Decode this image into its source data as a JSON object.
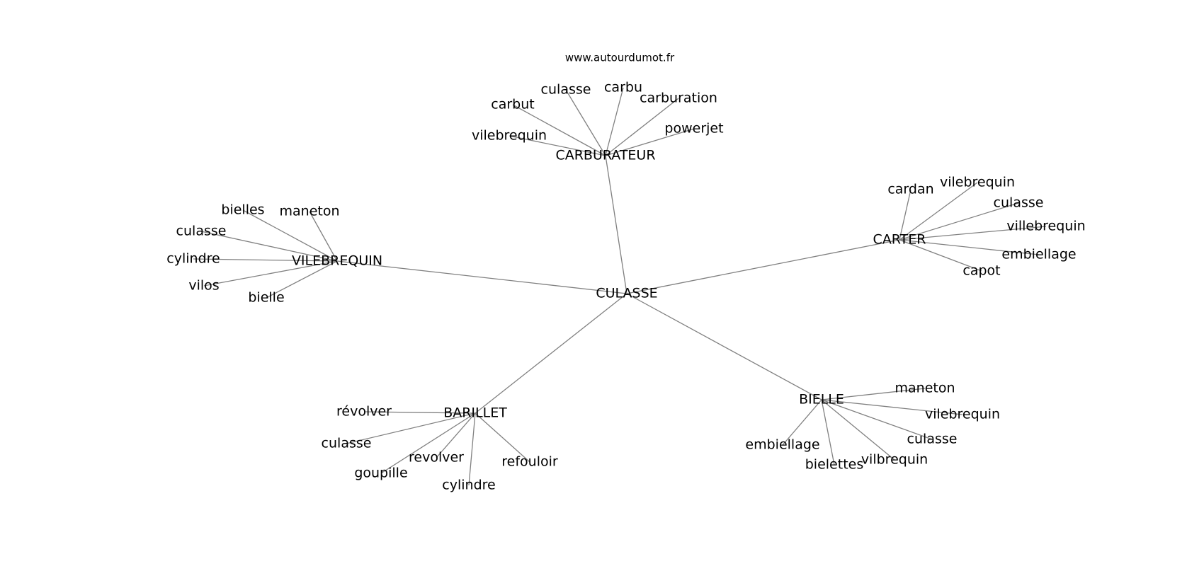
{
  "source": "www.autourdumot.fr",
  "graph": {
    "nodes": [
      {
        "id": "culasse_center",
        "label": "CULASSE"
      },
      {
        "id": "carburateur",
        "label": "CARBURATEUR"
      },
      {
        "id": "carter",
        "label": "CARTER"
      },
      {
        "id": "vilebrequin_hub",
        "label": "VILEBREQUIN"
      },
      {
        "id": "barillet",
        "label": "BARILLET"
      },
      {
        "id": "bielle_hub",
        "label": "BIELLE"
      },
      {
        "id": "carb_vilebrequin",
        "label": "vilebrequin"
      },
      {
        "id": "carb_carbut",
        "label": "carbut"
      },
      {
        "id": "carb_culasse",
        "label": "culasse"
      },
      {
        "id": "carb_carbu",
        "label": "carbu"
      },
      {
        "id": "carb_carburation",
        "label": "carburation"
      },
      {
        "id": "carb_powerjet",
        "label": "powerjet"
      },
      {
        "id": "cart_cardan",
        "label": "cardan"
      },
      {
        "id": "cart_vilebrequin",
        "label": "vilebrequin"
      },
      {
        "id": "cart_culasse",
        "label": "culasse"
      },
      {
        "id": "cart_villebrequin",
        "label": "villebrequin"
      },
      {
        "id": "cart_embiellage",
        "label": "embiellage"
      },
      {
        "id": "cart_capot",
        "label": "capot"
      },
      {
        "id": "vil_bielles",
        "label": "bielles"
      },
      {
        "id": "vil_maneton",
        "label": "maneton"
      },
      {
        "id": "vil_culasse",
        "label": "culasse"
      },
      {
        "id": "vil_cylindre",
        "label": "cylindre"
      },
      {
        "id": "vil_vilos",
        "label": "vilos"
      },
      {
        "id": "vil_bielle",
        "label": "bielle"
      },
      {
        "id": "bar_revolver_accent",
        "label": "révolver"
      },
      {
        "id": "bar_culasse",
        "label": "culasse"
      },
      {
        "id": "bar_revolver",
        "label": "revolver"
      },
      {
        "id": "bar_goupille",
        "label": "goupille"
      },
      {
        "id": "bar_cylindre",
        "label": "cylindre"
      },
      {
        "id": "bar_refouloir",
        "label": "refouloir"
      },
      {
        "id": "bie_maneton",
        "label": "maneton"
      },
      {
        "id": "bie_vilebrequin",
        "label": "vilebrequin"
      },
      {
        "id": "bie_culasse",
        "label": "culasse"
      },
      {
        "id": "bie_vilbrequin",
        "label": "vilbrequin"
      },
      {
        "id": "bie_bielettes",
        "label": "bielettes"
      },
      {
        "id": "bie_embiellage",
        "label": "embiellage"
      }
    ],
    "edges": [
      [
        "culasse_center",
        "carburateur"
      ],
      [
        "culasse_center",
        "carter"
      ],
      [
        "culasse_center",
        "vilebrequin_hub"
      ],
      [
        "culasse_center",
        "barillet"
      ],
      [
        "culasse_center",
        "bielle_hub"
      ],
      [
        "carburateur",
        "carb_vilebrequin"
      ],
      [
        "carburateur",
        "carb_carbut"
      ],
      [
        "carburateur",
        "carb_culasse"
      ],
      [
        "carburateur",
        "carb_carbu"
      ],
      [
        "carburateur",
        "carb_carburation"
      ],
      [
        "carburateur",
        "carb_powerjet"
      ],
      [
        "carter",
        "cart_cardan"
      ],
      [
        "carter",
        "cart_vilebrequin"
      ],
      [
        "carter",
        "cart_culasse"
      ],
      [
        "carter",
        "cart_villebrequin"
      ],
      [
        "carter",
        "cart_embiellage"
      ],
      [
        "carter",
        "cart_capot"
      ],
      [
        "vilebrequin_hub",
        "vil_bielles"
      ],
      [
        "vilebrequin_hub",
        "vil_maneton"
      ],
      [
        "vilebrequin_hub",
        "vil_culasse"
      ],
      [
        "vilebrequin_hub",
        "vil_cylindre"
      ],
      [
        "vilebrequin_hub",
        "vil_vilos"
      ],
      [
        "vilebrequin_hub",
        "vil_bielle"
      ],
      [
        "barillet",
        "bar_revolver_accent"
      ],
      [
        "barillet",
        "bar_culasse"
      ],
      [
        "barillet",
        "bar_revolver"
      ],
      [
        "barillet",
        "bar_goupille"
      ],
      [
        "barillet",
        "bar_cylindre"
      ],
      [
        "barillet",
        "bar_refouloir"
      ],
      [
        "bielle_hub",
        "bie_maneton"
      ],
      [
        "bielle_hub",
        "bie_vilebrequin"
      ],
      [
        "bielle_hub",
        "bie_culasse"
      ],
      [
        "bielle_hub",
        "bie_vilbrequin"
      ],
      [
        "bielle_hub",
        "bie_bielettes"
      ],
      [
        "bielle_hub",
        "bie_embiellage"
      ]
    ]
  }
}
